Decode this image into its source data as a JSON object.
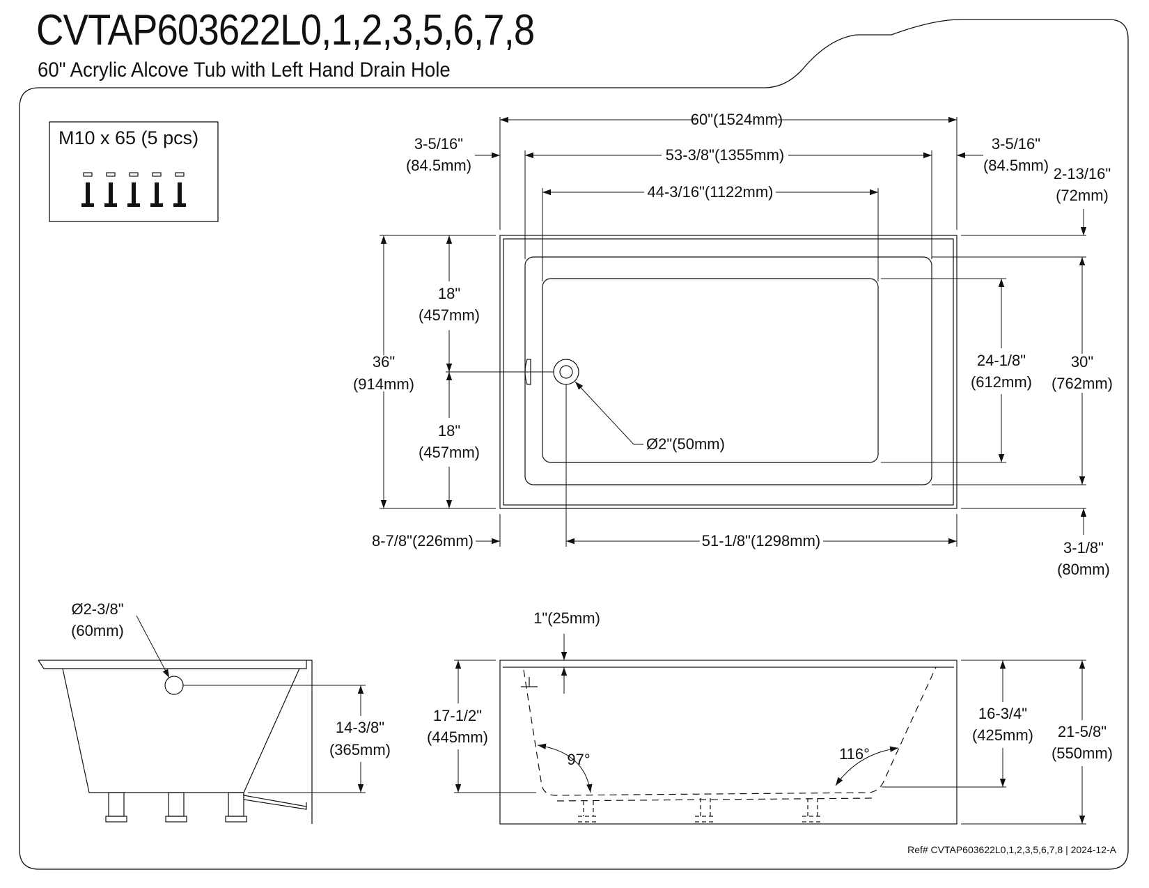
{
  "header": {
    "model": "CVTAP603622L0,1,2,3,5,6,7,8",
    "description": "60\" Acrylic Alcove Tub with Left Hand Drain Hole"
  },
  "hardware": {
    "label": "M10 x 65 (5 pcs)"
  },
  "top_view": {
    "overall_width": "60\"(1524mm)",
    "rim_left_in": "3-5/16\"",
    "rim_left_mm": "(84.5mm)",
    "rim_right_in": "3-5/16\"",
    "rim_right_mm": "(84.5mm)",
    "inner_width": "53-3/8\"(1355mm)",
    "bottom_width": "44-3/16\"(1122mm)",
    "back_rim_in": "2-13/16\"",
    "back_rim_mm": "(72mm)",
    "depth_in": "36\"",
    "depth_mm": "(914mm)",
    "half_top_in": "18\"",
    "half_top_mm": "(457mm)",
    "half_bottom_in": "18\"",
    "half_bottom_mm": "(457mm)",
    "bottom_depth_in": "24-1/8\"",
    "bottom_depth_mm": "(612mm)",
    "inner_depth_in": "30\"",
    "inner_depth_mm": "(762mm)",
    "drain": "Ø2\"(50mm)",
    "drain_offset": "8-7/8\"(226mm)",
    "drain_to_end": "51-1/8\"(1298mm)",
    "front_rim_in": "3-1/8\"",
    "front_rim_mm": "(80mm)"
  },
  "end_view": {
    "overflow_dia_in": "Ø2-3/8\"",
    "overflow_dia_mm": "(60mm)",
    "overflow_height_in": "14-3/8\"",
    "overflow_height_mm": "(365mm)"
  },
  "side_view": {
    "rim_thickness": "1\"(25mm)",
    "inner_height_in": "17-1/2\"",
    "inner_height_mm": "(445mm)",
    "left_angle": "97°",
    "right_angle": "116°",
    "water_depth_in": "16-3/4\"",
    "water_depth_mm": "(425mm)",
    "overall_height_in": "21-5/8\"",
    "overall_height_mm": "(550mm)"
  },
  "footer": {
    "reference": "Ref# CVTAP603622L0,1,2,3,5,6,7,8 | 2024-12-A"
  }
}
